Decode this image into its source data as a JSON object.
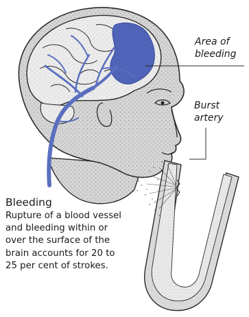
{
  "labels": {
    "bleeding_area": "Area of bleeding",
    "burst_artery": "Burst artery"
  },
  "caption": {
    "heading": "Bleeding",
    "body": "Rupture of a blood vessel and bleeding within or over the surface of the brain accounts for 20 to 25 per cent of strokes."
  },
  "colors": {
    "vessel": "#5a6fbf",
    "bleed_area": "#4f63b8",
    "brain_fill": "#e6e6e6",
    "skin_fill": "#cfcfcf",
    "outline": "#2a2a2a",
    "artery_wall": "#d9d9d9"
  },
  "icons": {
    "head": "head-profile-illustration",
    "artery": "burst-artery-illustration"
  }
}
